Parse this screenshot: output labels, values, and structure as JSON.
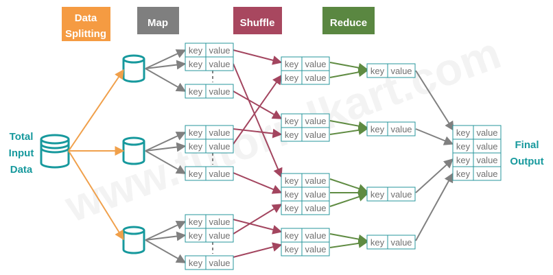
{
  "phases": {
    "data_splitting": {
      "line1": "Data",
      "line2": "Splitting"
    },
    "map": "Map",
    "shuffle": "Shuffle",
    "reduce": "Reduce"
  },
  "input_label": [
    "Total",
    "Input",
    "Data"
  ],
  "output_label": [
    "Final",
    "Output"
  ],
  "pair": {
    "key": "key",
    "value": "value"
  },
  "watermark": "www.tutorialkart.com",
  "colors": {
    "data_splitting": "#f59b42",
    "map": "#7f7f7f",
    "shuffle": "#a8475f",
    "reduce": "#5a8741",
    "teal": "#17999d",
    "arrow_split": "#f0a04b",
    "arrow_map": "#808080",
    "arrow_shuffle": "#a3455f",
    "arrow_reduce": "#5f8b42",
    "arrow_output": "#808080"
  }
}
